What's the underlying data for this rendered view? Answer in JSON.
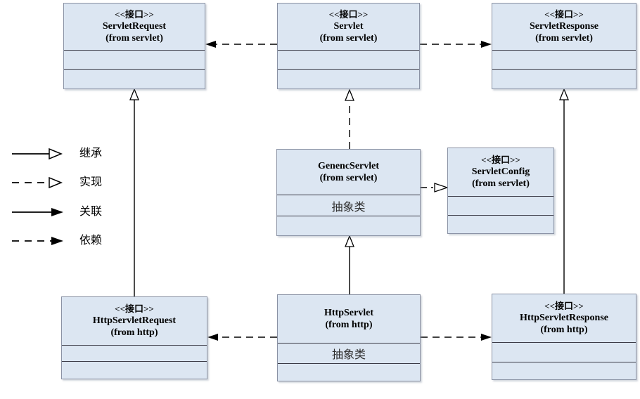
{
  "classes": {
    "servlet_request": {
      "stereotype": "<<接口>>",
      "name": "ServletRequest",
      "from": "(from servlet)"
    },
    "servlet": {
      "stereotype": "<<接口>>",
      "name": "Servlet",
      "from": "(from servlet)"
    },
    "servlet_response": {
      "stereotype": "<<接口>>",
      "name": "ServletResponse",
      "from": "(from servlet)"
    },
    "genenc_servlet": {
      "name": "GenencServlet",
      "from": "(from servlet)",
      "note": "抽象类"
    },
    "servlet_config": {
      "stereotype": "<<接口>>",
      "name": "ServletConfig",
      "from": "(from servlet)"
    },
    "http_servlet_request": {
      "stereotype": "<<接口>>",
      "name": "HttpServletRequest",
      "from": "(from http)"
    },
    "http_servlet": {
      "name": "HttpServlet",
      "from": "(from http)",
      "note": "抽象类"
    },
    "http_servlet_response": {
      "stereotype": "<<接口>>",
      "name": "HttpServletResponse",
      "from": "(from http)"
    }
  },
  "legend": {
    "inheritance": "继承",
    "realization": "实现",
    "association": "关联",
    "dependency": "依赖"
  },
  "relationships": [
    {
      "from": "Servlet",
      "to": "ServletRequest",
      "type": "dependency"
    },
    {
      "from": "Servlet",
      "to": "ServletResponse",
      "type": "dependency"
    },
    {
      "from": "GenencServlet",
      "to": "Servlet",
      "type": "realization"
    },
    {
      "from": "GenencServlet",
      "to": "ServletConfig",
      "type": "realization"
    },
    {
      "from": "HttpServlet",
      "to": "GenencServlet",
      "type": "inheritance"
    },
    {
      "from": "HttpServletRequest",
      "to": "ServletRequest",
      "type": "inheritance"
    },
    {
      "from": "HttpServletResponse",
      "to": "ServletResponse",
      "type": "inheritance"
    },
    {
      "from": "HttpServlet",
      "to": "HttpServletRequest",
      "type": "dependency"
    },
    {
      "from": "HttpServlet",
      "to": "HttpServletResponse",
      "type": "dependency"
    }
  ],
  "colors": {
    "box_fill": "#dce6f2",
    "box_border": "#8a92a4",
    "divider": "#3a3a46",
    "line": "#000000"
  }
}
